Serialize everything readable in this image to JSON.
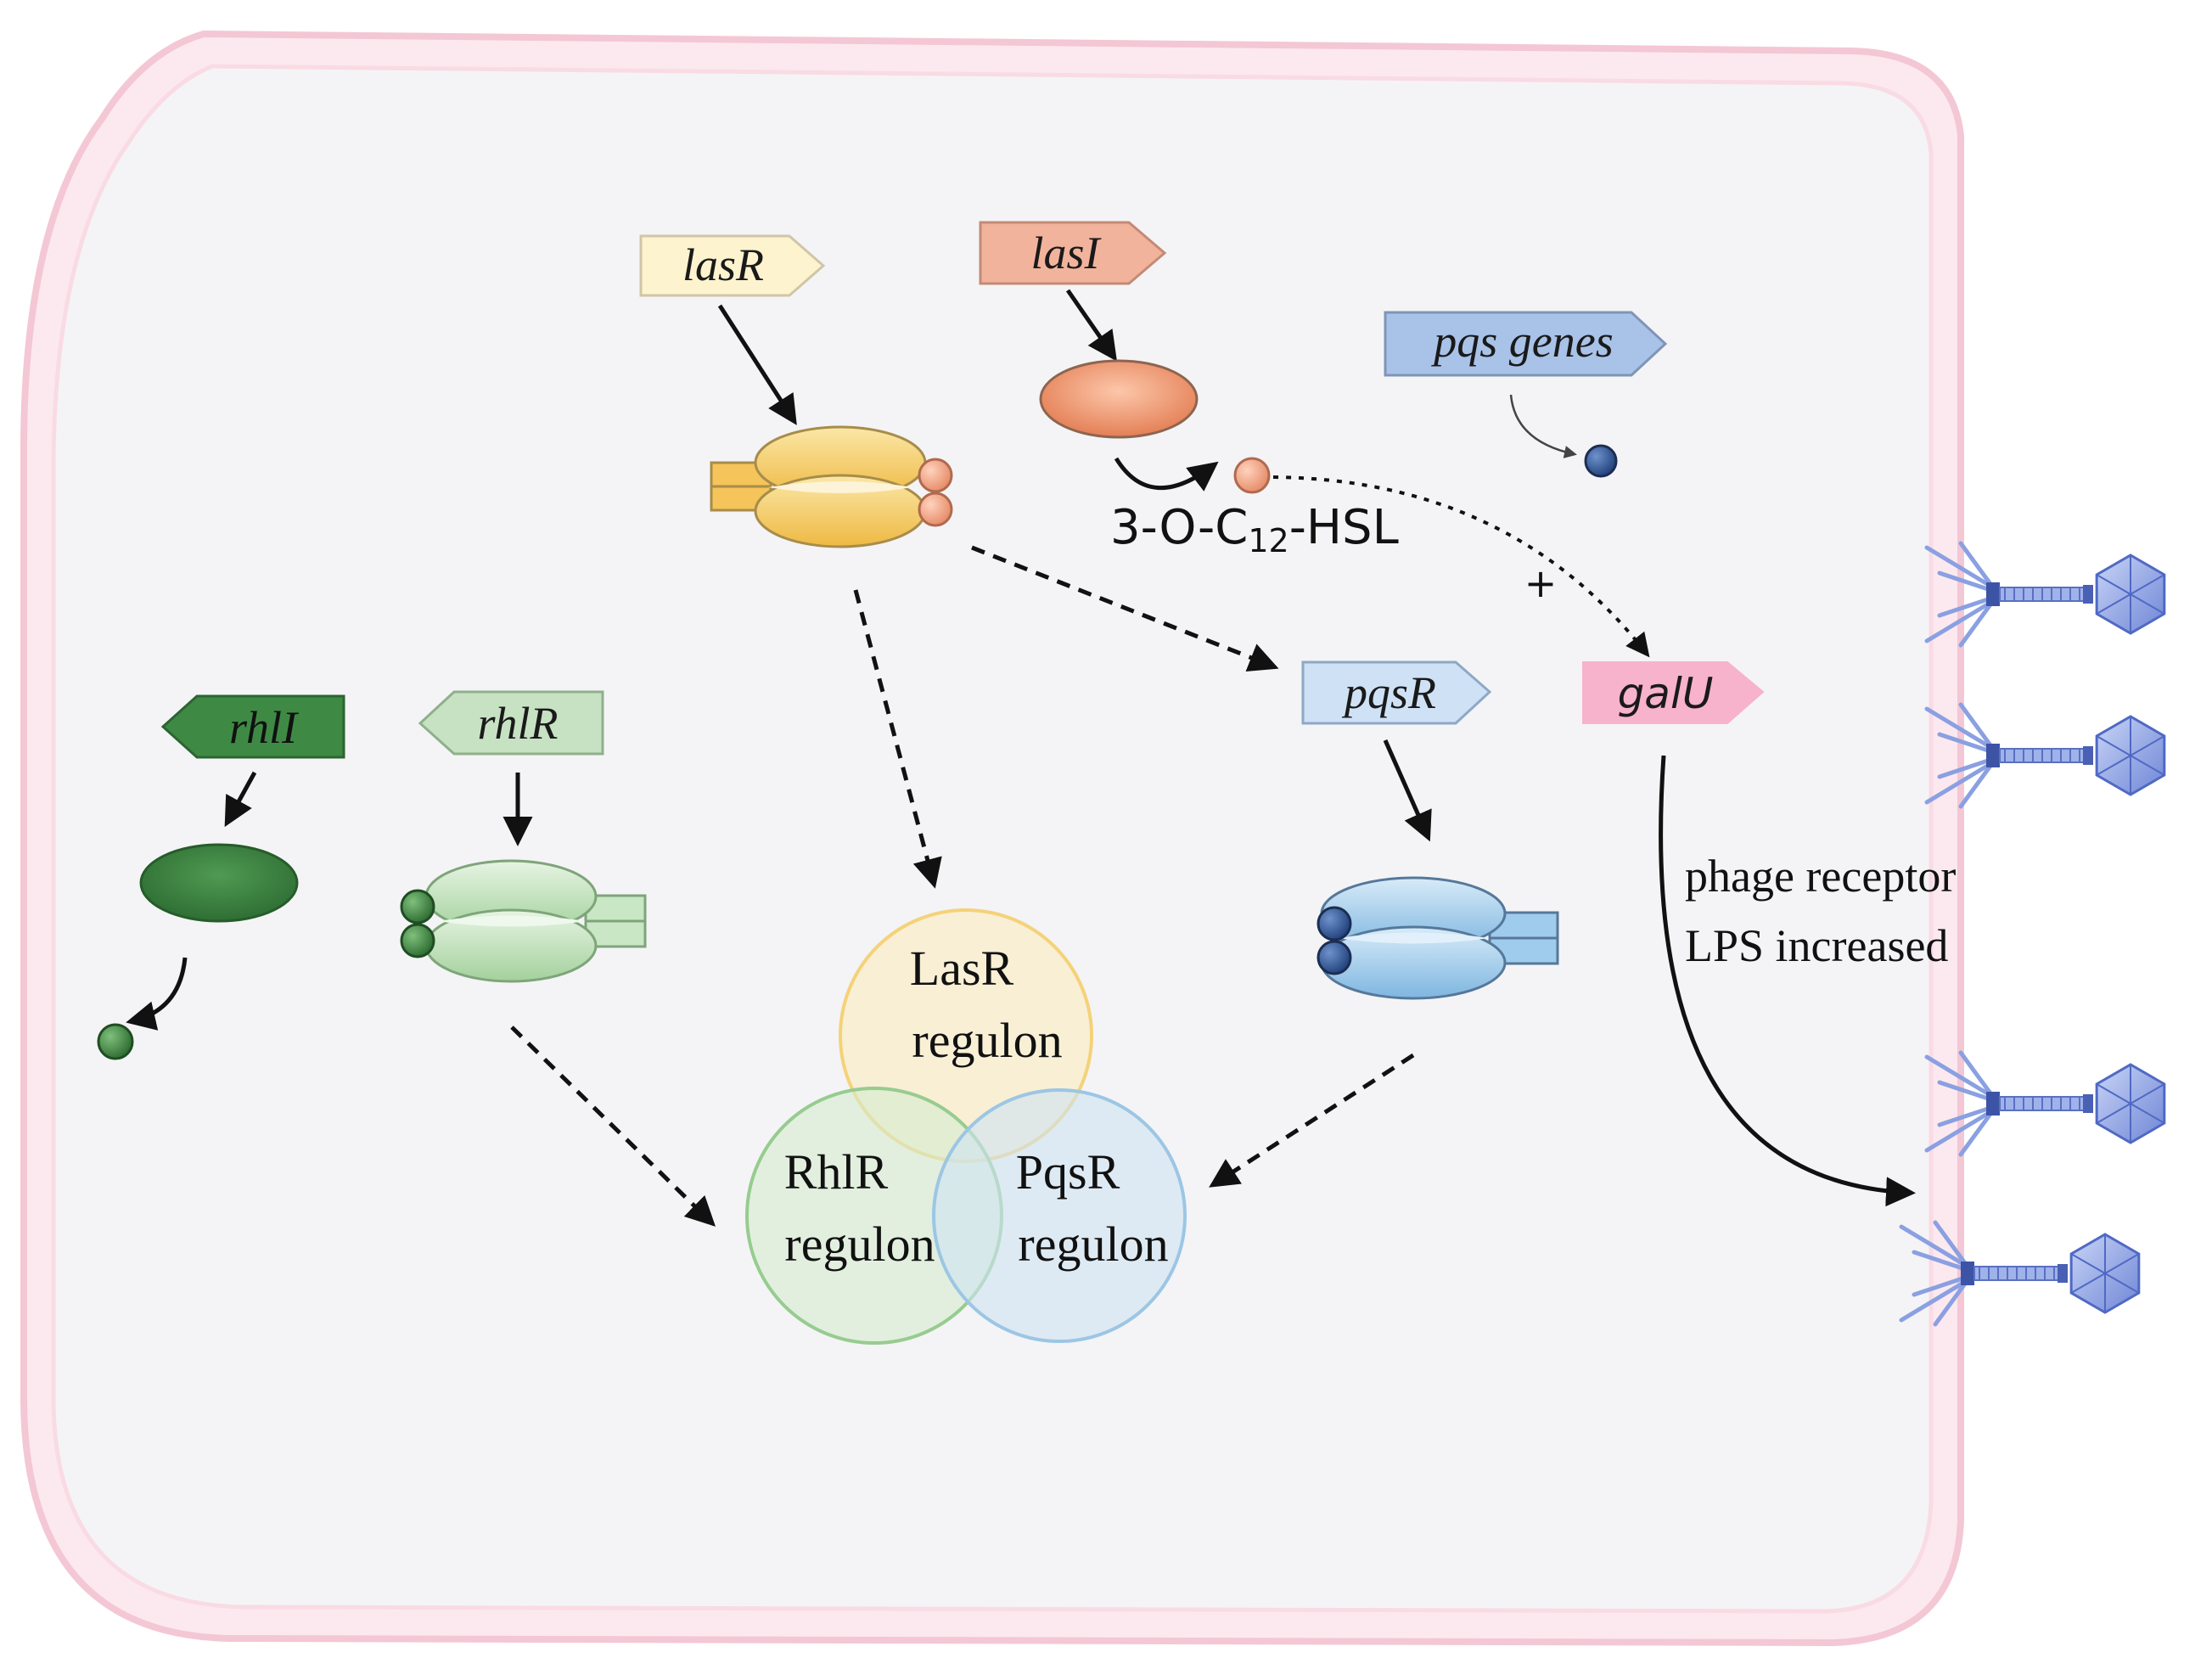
{
  "genes": {
    "lasR": "lasR",
    "lasI": "lasI",
    "pqs_genes": "pqs genes",
    "pqsR": "pqsR",
    "galU": "galU",
    "rhlI": "rhlI",
    "rhlR": "rhlR"
  },
  "signal": {
    "prefix": "3-O-C",
    "subscript": "12",
    "suffix": "-HSL"
  },
  "plus_sign": "+",
  "regulons": {
    "las_line1": "LasR",
    "las_line2": "regulon",
    "rhl_line1": "RhlR",
    "rhl_line2": "regulon",
    "pqs_line1": "PqsR",
    "pqs_line2": "regulon"
  },
  "phage_text": {
    "line1": "phage receptor",
    "line2": "LPS increased"
  },
  "colors": {
    "cell_border": "#f6d0dc",
    "cell_fill": "#f4f4f6",
    "lasR_fill": "#fdf3cf",
    "lasI_fill": "#f2b39c",
    "pqs_genes_fill": "#a9c2e8",
    "pqsR_fill": "#cfe1f5",
    "galU_fill": "#f7b3cb",
    "rhlI_fill": "#3e8a45",
    "rhlR_fill": "#c7e2c3",
    "lasR_protein": "#f4c75a",
    "lasI_protein": "#ea8a60",
    "rhl_protein": "#4c9450",
    "pqs_protein": "#8fc3e6",
    "phage": "#7e95de"
  }
}
